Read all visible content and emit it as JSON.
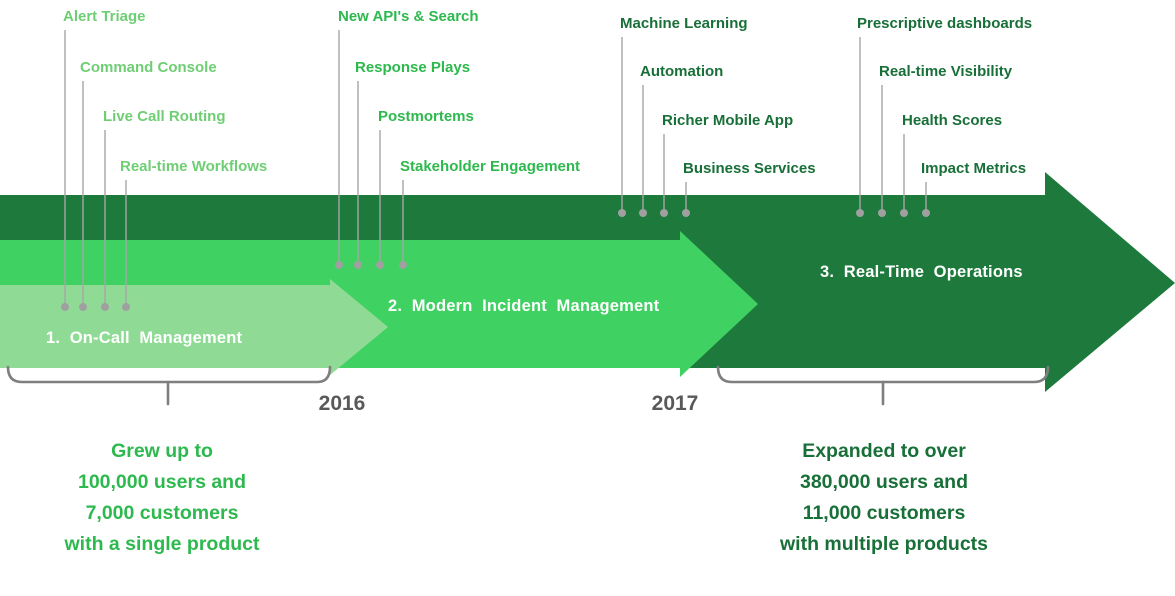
{
  "colors": {
    "arrow1": "#8fdb95",
    "arrow2": "#3fd162",
    "arrow3": "#1e7a3c",
    "group1_label": "#6fce74",
    "group2_label": "#2eb94e",
    "group34_label": "#186f38",
    "leader": "#a6a6a6",
    "bracket": "#7f7f7f",
    "year_text": "#595959",
    "caption_left": "#2eb94e",
    "caption_right": "#186f38"
  },
  "arrows": [
    {
      "label": "1.  On-Call  Management"
    },
    {
      "label": "2.  Modern  Incident  Management"
    },
    {
      "label": "3.  Real-Time  Operations"
    }
  ],
  "milestones": {
    "group1": [
      "Alert Triage",
      "Command Console",
      "Live Call Routing",
      "Real-time Workflows"
    ],
    "group2": [
      "New API's & Search",
      "Response Plays",
      "Postmortems",
      "Stakeholder Engagement"
    ],
    "group3": [
      "Machine Learning",
      "Automation",
      "Richer Mobile App",
      "Business Services"
    ],
    "group4": [
      "Prescriptive dashboards",
      "Real-time Visibility",
      "Health Scores",
      "Impact Metrics"
    ]
  },
  "years": [
    "2016",
    "2017"
  ],
  "captions": {
    "left": [
      "Grew up to",
      "100,000 users and",
      "7,000 customers",
      "with a single product"
    ],
    "right": [
      "Expanded to over",
      "380,000 users and",
      "11,000 customers",
      "with multiple products"
    ]
  }
}
